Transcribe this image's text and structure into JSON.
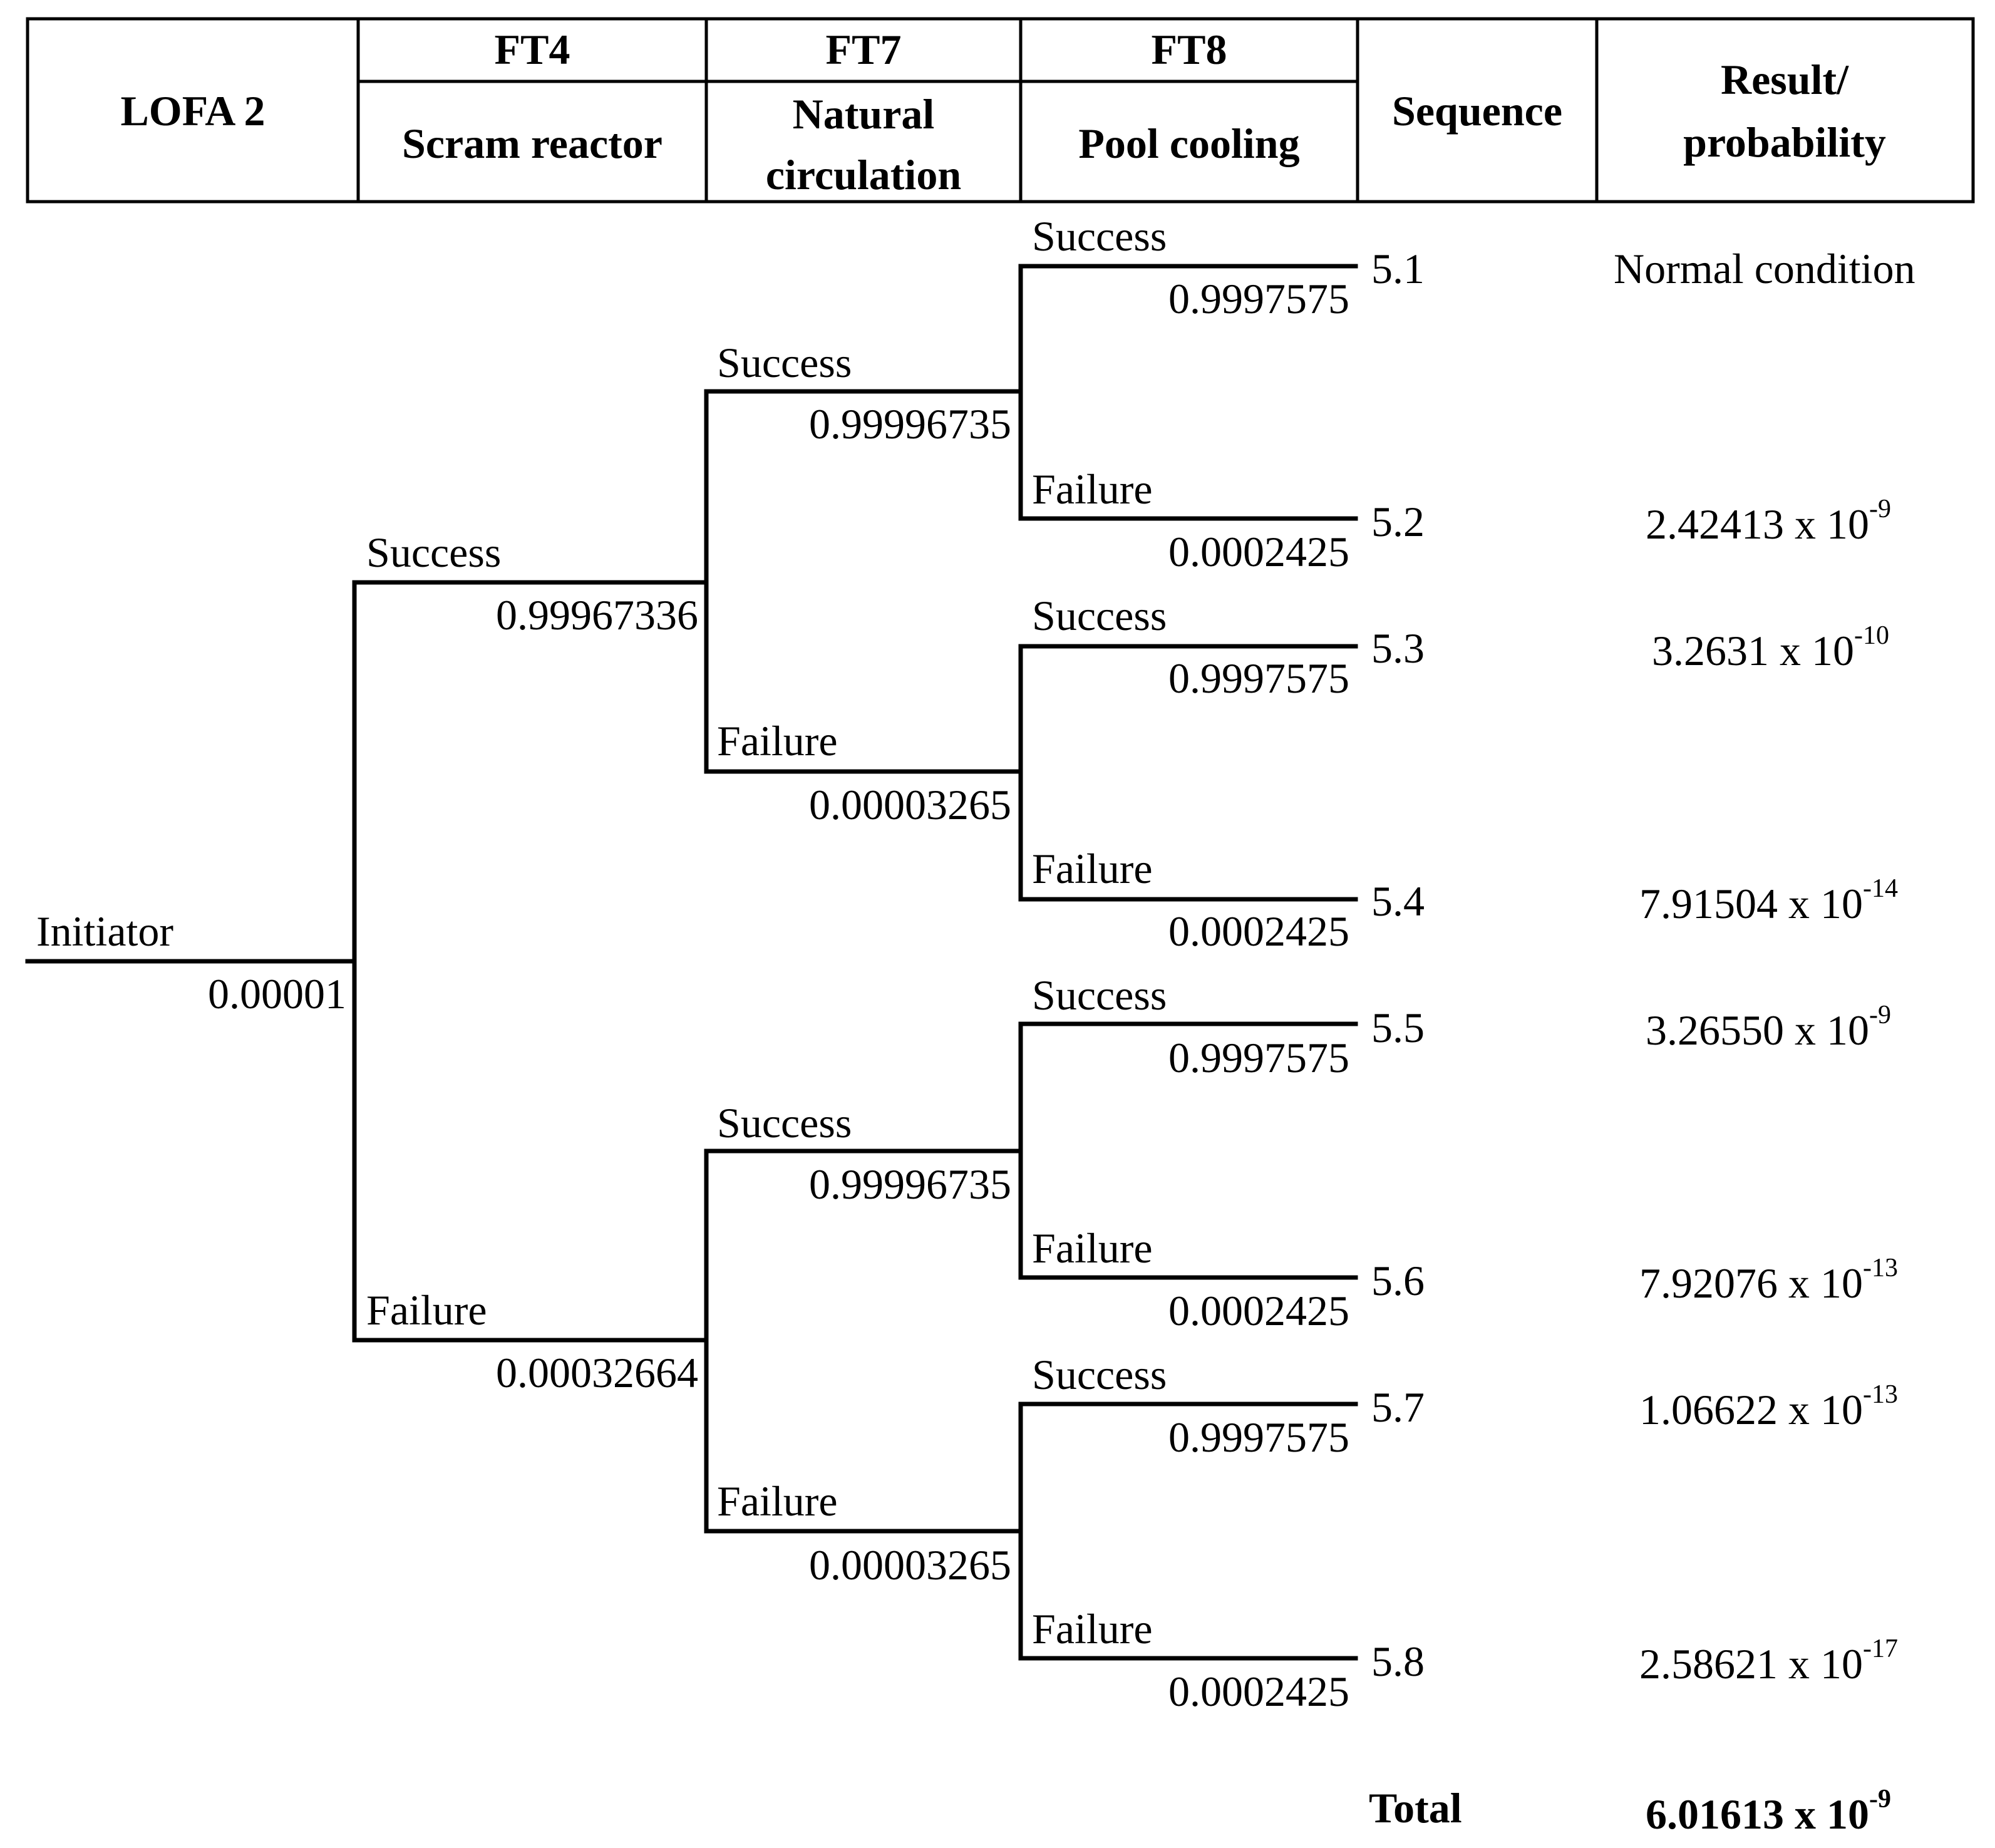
{
  "header": {
    "event": "LOFA 2",
    "columns": [
      {
        "code": "FT4",
        "name_lines": [
          "Scram reactor"
        ]
      },
      {
        "code": "FT7",
        "name_lines": [
          "Natural",
          "circulation"
        ]
      },
      {
        "code": "FT8",
        "name_lines": [
          "Pool cooling"
        ]
      }
    ],
    "sequence": "Sequence",
    "result_lines": [
      "Result/",
      "probability"
    ]
  },
  "initiator": {
    "label": "Initiator",
    "value": "0.00001"
  },
  "ft4": [
    {
      "label": "Success",
      "value": "0.99967336"
    },
    {
      "label": "Failure",
      "value": "0.00032664"
    }
  ],
  "ft7": [
    {
      "label": "Success",
      "value": "0.99996735"
    },
    {
      "label": "Failure",
      "value": "0.00003265"
    },
    {
      "label": "Success",
      "value": "0.99996735"
    },
    {
      "label": "Failure",
      "value": "0.00003265"
    }
  ],
  "ft8": [
    {
      "label": "Success",
      "value": "0.9997575"
    },
    {
      "label": "Failure",
      "value": "0.0002425"
    },
    {
      "label": "Success",
      "value": "0.9997575"
    },
    {
      "label": "Failure",
      "value": "0.0002425"
    },
    {
      "label": "Success",
      "value": "0.9997575"
    },
    {
      "label": "Failure",
      "value": "0.0002425"
    },
    {
      "label": "Success",
      "value": "0.9997575"
    },
    {
      "label": "Failure",
      "value": "0.0002425"
    }
  ],
  "outcomes": [
    {
      "seq": "5.1",
      "text": "Normal condition"
    },
    {
      "seq": "5.2",
      "mantissa": "2.42413 x 10",
      "exponent": "-9"
    },
    {
      "seq": "5.3",
      "mantissa": "3.2631 x 10",
      "exponent": "-10"
    },
    {
      "seq": "5.4",
      "mantissa": "7.91504 x 10",
      "exponent": "-14"
    },
    {
      "seq": "5.5",
      "mantissa": "3.26550 x 10",
      "exponent": "-9"
    },
    {
      "seq": "5.6",
      "mantissa": "7.92076 x 10",
      "exponent": "-13"
    },
    {
      "seq": "5.7",
      "mantissa": "1.06622 x 10",
      "exponent": "-13"
    },
    {
      "seq": "5.8",
      "mantissa": "2.58621 x 10",
      "exponent": "-17"
    }
  ],
  "total": {
    "label": "Total",
    "mantissa": "6.01613 x 10",
    "exponent": "-9"
  }
}
